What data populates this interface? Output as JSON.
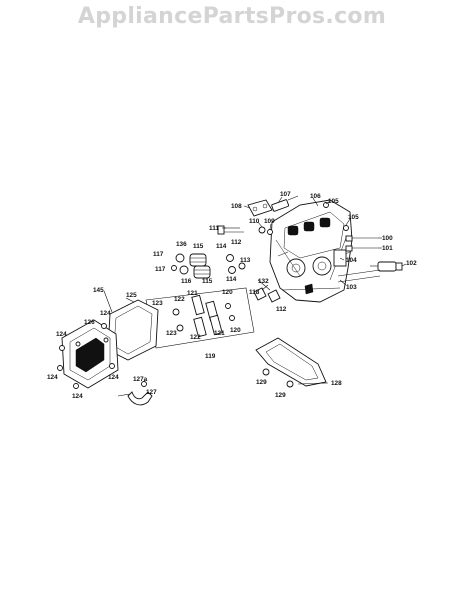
{
  "watermark": "AppliancePartsPros.com",
  "callouts": [
    {
      "id": "c107",
      "text": "107"
    },
    {
      "id": "c106",
      "text": "106"
    },
    {
      "id": "c105a",
      "text": "105"
    },
    {
      "id": "c108",
      "text": "108"
    },
    {
      "id": "c105b",
      "text": "105"
    },
    {
      "id": "c111",
      "text": "111"
    },
    {
      "id": "c110",
      "text": "110"
    },
    {
      "id": "c109",
      "text": "109"
    },
    {
      "id": "c112a",
      "text": "112"
    },
    {
      "id": "c100",
      "text": "100"
    },
    {
      "id": "c101",
      "text": "101"
    },
    {
      "id": "c136",
      "text": "136"
    },
    {
      "id": "c115a",
      "text": "115"
    },
    {
      "id": "c114",
      "text": "114"
    },
    {
      "id": "c113",
      "text": "113"
    },
    {
      "id": "c117a",
      "text": "117"
    },
    {
      "id": "c117b",
      "text": "117"
    },
    {
      "id": "c116",
      "text": "116"
    },
    {
      "id": "c115b",
      "text": "115"
    },
    {
      "id": "c114b",
      "text": "114"
    },
    {
      "id": "c104",
      "text": "104"
    },
    {
      "id": "c102",
      "text": "102"
    },
    {
      "id": "c132",
      "text": "132"
    },
    {
      "id": "c103",
      "text": "103"
    },
    {
      "id": "c145",
      "text": "145"
    },
    {
      "id": "c125",
      "text": "125"
    },
    {
      "id": "c121a",
      "text": "121"
    },
    {
      "id": "c120a",
      "text": "120"
    },
    {
      "id": "c118",
      "text": "118"
    },
    {
      "id": "c112b",
      "text": "112"
    },
    {
      "id": "c122a",
      "text": "122"
    },
    {
      "id": "c123a",
      "text": "123"
    },
    {
      "id": "c126",
      "text": "126"
    },
    {
      "id": "c124a",
      "text": "124"
    },
    {
      "id": "c124b",
      "text": "124"
    },
    {
      "id": "c123b",
      "text": "123"
    },
    {
      "id": "c122b",
      "text": "122"
    },
    {
      "id": "c121b",
      "text": "121"
    },
    {
      "id": "c120b",
      "text": "120"
    },
    {
      "id": "c119",
      "text": "119"
    },
    {
      "id": "c124c",
      "text": "124"
    },
    {
      "id": "c124d",
      "text": "124"
    },
    {
      "id": "c127a",
      "text": "127a"
    },
    {
      "id": "c124e",
      "text": "124"
    },
    {
      "id": "c127",
      "text": "127"
    },
    {
      "id": "c129a",
      "text": "129"
    },
    {
      "id": "c128",
      "text": "128"
    },
    {
      "id": "c129b",
      "text": "129"
    }
  ]
}
